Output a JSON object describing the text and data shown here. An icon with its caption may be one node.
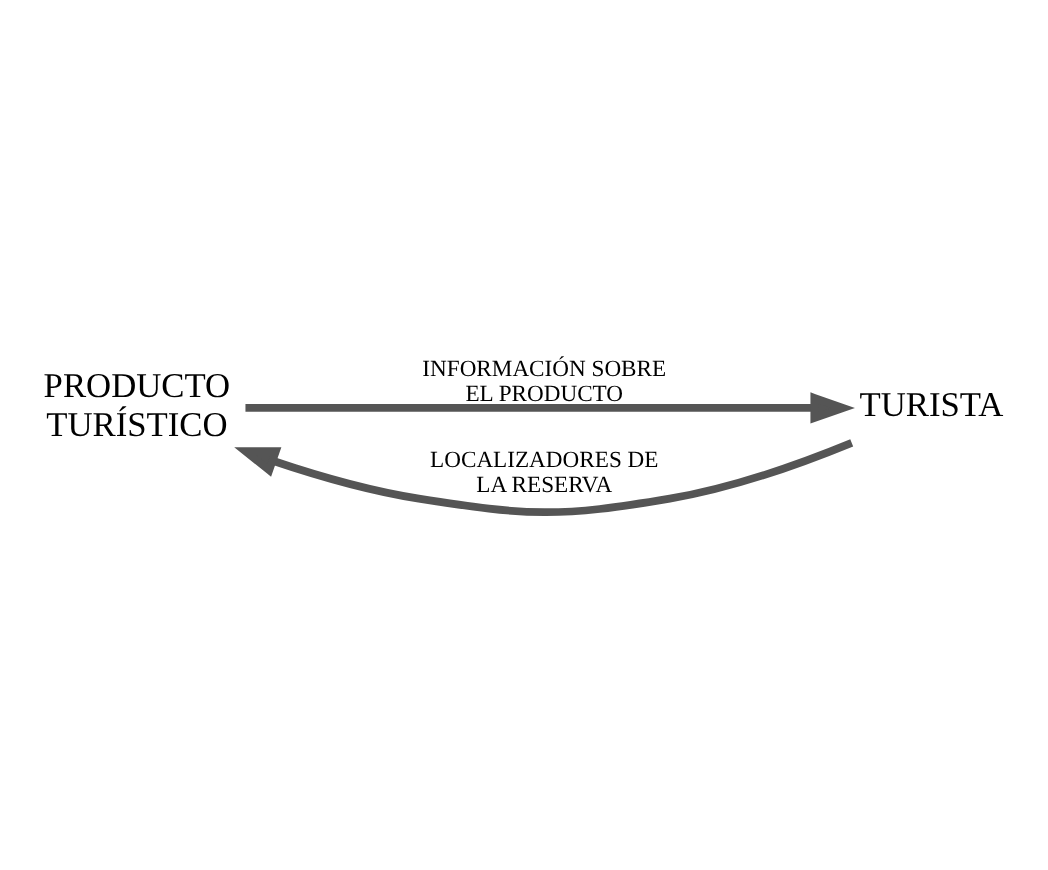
{
  "diagram": {
    "nodes": [
      {
        "text": [
          "PRODUCTO TURÍSTICO"
        ]
      },
      {
        "text": [
          "TURISTA"
        ]
      }
    ],
    "edges": [
      {
        "from": 0,
        "to": 1,
        "arrow": "to",
        "label": "INFORMACIÓN SOBRE EL PRODUCTO"
      },
      {
        "from": 1,
        "to": 0,
        "arrow": "to",
        "label": "LOCALIZADORES DE LA RESERVA"
      }
    ]
  }
}
